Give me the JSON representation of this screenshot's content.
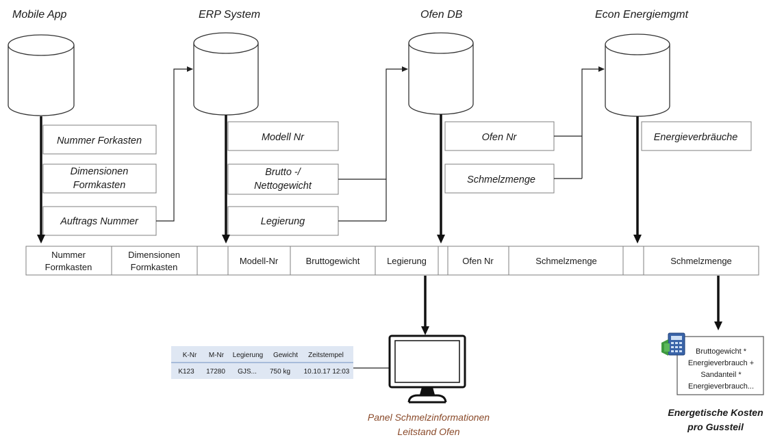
{
  "systems": [
    {
      "name": "Mobile App"
    },
    {
      "name": "ERP System"
    },
    {
      "name": "Ofen DB"
    },
    {
      "name": "Econ Energiemgmt"
    }
  ],
  "mobile_fields": [
    "Nummer Forkasten",
    "Dimensionen",
    "Formkasten",
    "Auftrags Nummer"
  ],
  "erp_fields": [
    "Modell Nr",
    "Brutto -/",
    "Nettogewicht",
    "Legierung"
  ],
  "ofen_fields": [
    "Ofen Nr",
    "Schmelzmenge"
  ],
  "econ_fields": [
    "Energieverbräuche"
  ],
  "bar_cells": [
    "Nummer",
    "Formkasten",
    "Dimensionen",
    "Formkasten",
    "Modell-Nr",
    "Bruttogewicht",
    "Legierung",
    "Ofen Nr",
    "Schmelzmenge",
    "Schmelzmenge"
  ],
  "panel_table": {
    "headers": [
      "K-Nr",
      "M-Nr",
      "Legierung",
      "Gewicht",
      "Zeitstempel"
    ],
    "row": [
      "K123",
      "17280",
      "GJS...",
      "750 kg",
      "10.10.17 12:03"
    ]
  },
  "panel_caption": [
    "Panel Schmelzinformationen",
    "Leitstand Ofen"
  ],
  "calc_lines": [
    "Bruttogewicht *",
    "Energieverbrauch +",
    "Sandanteil *",
    "Energieverbrauch..."
  ],
  "cost_caption": [
    "Energetische Kosten",
    "pro Gussteil"
  ],
  "colors": {
    "panel_caption": "#8a4a2a",
    "table_bg": "#dfe7f3",
    "calculator_icon": "#3a64a8",
    "excel_icon": "#3f9a3f"
  },
  "icons": [
    "monitor-icon",
    "calculator-icon",
    "spreadsheet-icon"
  ]
}
